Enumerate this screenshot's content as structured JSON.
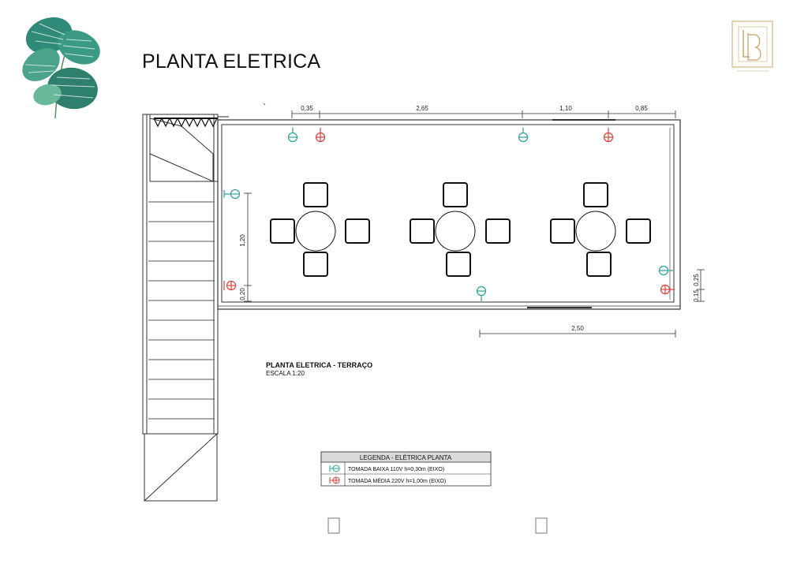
{
  "title": "PLANTA ELETRICA",
  "plan": {
    "name": "PLANTA ELETRICA - TERRAÇO",
    "scale": "ESCALA 1:20"
  },
  "dimensions": {
    "top": [
      "0,35",
      "2,65",
      "1,10",
      "0,85"
    ],
    "left_vertical": [
      "1,20",
      "0,20"
    ],
    "right_vertical": [
      "0,25",
      "0,15"
    ],
    "bottom": "2,50"
  },
  "legend": {
    "title": "LEGENDA - ELÉTRICA PLANTA",
    "items": [
      {
        "label": "TOMADA BAIXA 110V h=0,30m (EIXO)",
        "color": "#2aa198",
        "icon": "low-outlet-icon"
      },
      {
        "label": "TOMADA MÉDIA 220V h=1,00m (EIXO)",
        "color": "#d9413a",
        "icon": "mid-outlet-icon"
      }
    ]
  },
  "colors": {
    "low_outlet": "#2aa198",
    "mid_outlet": "#d9413a",
    "line": "#333333",
    "logo_gold": "#c9a56a",
    "leaf_green": "#2f8a7a"
  }
}
